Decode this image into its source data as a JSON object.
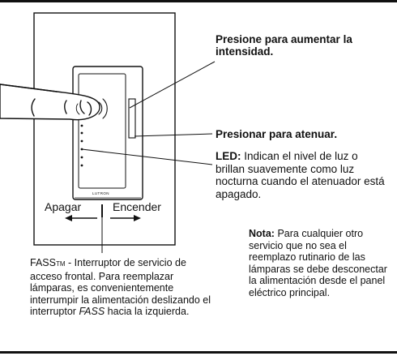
{
  "brand": "LUTRON",
  "callouts": {
    "raise": "Presione para aumentar la intensidad.",
    "lower": "Presionar para atenuar.",
    "led_term": "LED:",
    "led_text": "Indican el nivel de luz o brillan suavemente como luz nocturna cuando el atenuador está apagado."
  },
  "labels": {
    "off": "Apagar",
    "on": "Encender"
  },
  "fass": {
    "name": "FASS",
    "tm": "TM",
    "text_1": " - Interruptor de servicio de acceso frontal. Para reemplazar lámparas, es convenientemente interrumpir la alimentación deslizando el interruptor ",
    "name_italic": "FASS",
    "text_2": " hacia la izquierda."
  },
  "note": {
    "term": "Nota:",
    "text": "Para cualquier otro servicio que no sea el reemplazo rutinario de las lámparas se debe desconectar la alimentación desde el panel eléctrico principal."
  }
}
